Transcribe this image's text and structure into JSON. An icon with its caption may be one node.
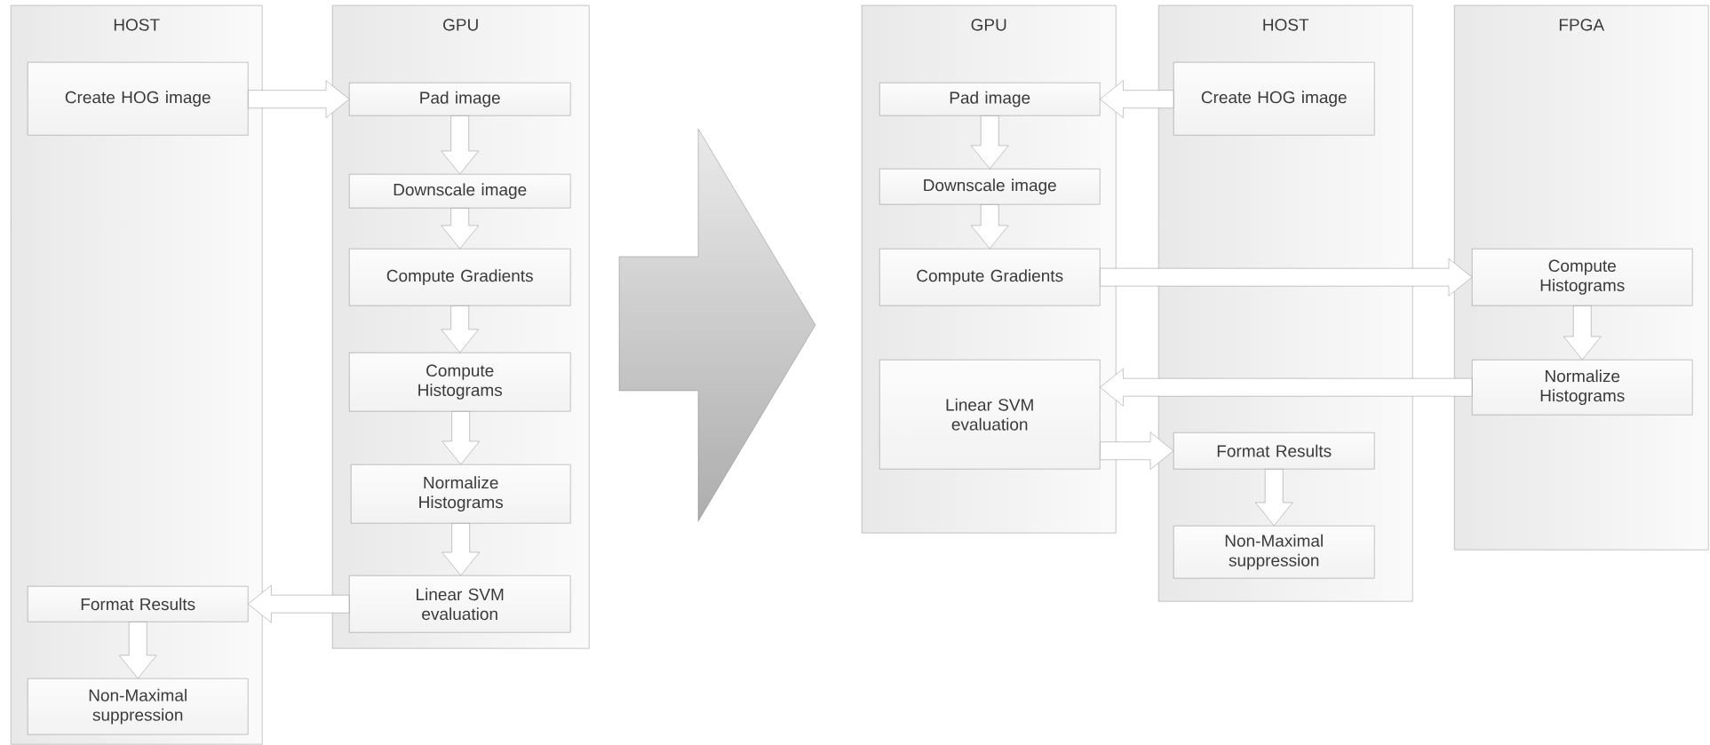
{
  "diagram": {
    "nodes": [
      {
        "text": [
          "HOST"
        ]
      },
      {
        "text": [
          "Create HOG image"
        ],
        "in": 0
      },
      {
        "text": [
          "Format Results"
        ],
        "in": 0
      },
      {
        "text": [
          "Non-Maximal suppression"
        ],
        "in": 0
      },
      {
        "text": [
          "GPU"
        ]
      },
      {
        "text": [
          "Pad image"
        ],
        "in": 4
      },
      {
        "text": [
          "Downscale image"
        ],
        "in": 4
      },
      {
        "text": [
          "Compute Gradients"
        ],
        "in": 4
      },
      {
        "text": [
          "Compute Histograms"
        ],
        "in": 4
      },
      {
        "text": [
          "Normalize Histograms"
        ],
        "in": 4
      },
      {
        "text": [
          "Linear SVM evaluation"
        ],
        "in": 4
      },
      {
        "text": [
          "GPU"
        ]
      },
      {
        "text": [
          "Pad image"
        ],
        "in": 11
      },
      {
        "text": [
          "Downscale image"
        ],
        "in": 11
      },
      {
        "text": [
          "Compute Gradients"
        ],
        "in": 11
      },
      {
        "text": [
          "Linear SVM evaluation"
        ],
        "in": 11
      },
      {
        "text": [
          "HOST"
        ]
      },
      {
        "text": [
          "Create HOG image"
        ],
        "in": 16
      },
      {
        "text": [
          "Format Results"
        ],
        "in": 16
      },
      {
        "text": [
          "Non-Maximal suppression"
        ],
        "in": 16
      },
      {
        "text": [
          "FPGA"
        ]
      },
      {
        "text": [
          "Compute Histograms"
        ],
        "in": 20
      },
      {
        "text": [
          "Normalize Histograms"
        ],
        "in": 20
      }
    ],
    "edges": [
      {
        "from": 1,
        "to": 5,
        "arrow": "to"
      },
      {
        "from": 5,
        "to": 6,
        "arrow": "to"
      },
      {
        "from": 6,
        "to": 7,
        "arrow": "to"
      },
      {
        "from": 7,
        "to": 8,
        "arrow": "to"
      },
      {
        "from": 8,
        "to": 9,
        "arrow": "to"
      },
      {
        "from": 9,
        "to": 10,
        "arrow": "to"
      },
      {
        "from": 10,
        "to": 2,
        "arrow": "to"
      },
      {
        "from": 2,
        "to": 3,
        "arrow": "to"
      },
      {
        "from": 17,
        "to": 12,
        "arrow": "to"
      },
      {
        "from": 12,
        "to": 13,
        "arrow": "to"
      },
      {
        "from": 13,
        "to": 14,
        "arrow": "to"
      },
      {
        "from": 14,
        "to": 21,
        "arrow": "to"
      },
      {
        "from": 21,
        "to": 22,
        "arrow": "to"
      },
      {
        "from": 22,
        "to": 15,
        "arrow": "to"
      },
      {
        "from": 15,
        "to": 18,
        "arrow": "to"
      },
      {
        "from": 18,
        "to": 19,
        "arrow": "to"
      }
    ]
  }
}
